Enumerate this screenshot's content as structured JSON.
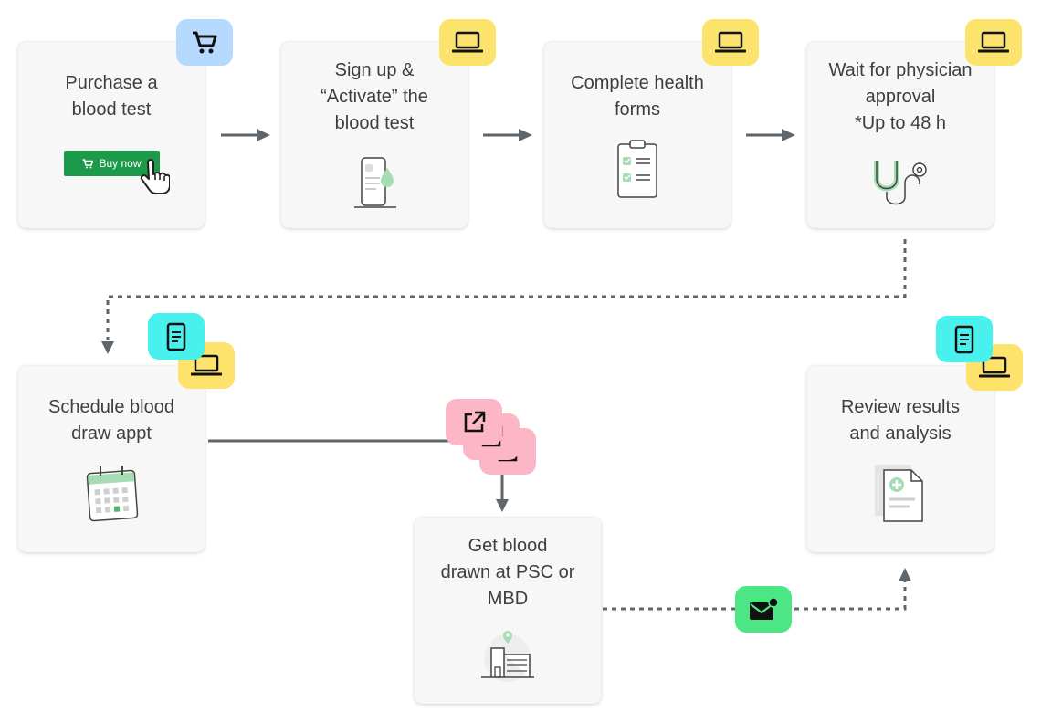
{
  "steps": {
    "purchase": {
      "label": "Purchase a\nblood test",
      "button_label": "Buy now"
    },
    "signup": {
      "label": "Sign up &\n“Activate” the\nblood test"
    },
    "forms": {
      "label": "Complete health\nforms"
    },
    "approval": {
      "label": "Wait for physician\napproval\n*Up to 48 h"
    },
    "schedule": {
      "label": "Schedule blood\ndraw appt"
    },
    "draw": {
      "label": "Get blood\ndrawn at PSC or\nMBD"
    },
    "review": {
      "label": "Review results\nand analysis"
    }
  },
  "channels": {
    "purchase": [
      "cart-icon"
    ],
    "signup": [
      "laptop-icon"
    ],
    "forms": [
      "laptop-icon"
    ],
    "approval": [
      "laptop-icon"
    ],
    "schedule": [
      "mobile-icon",
      "laptop-icon"
    ],
    "draw": [
      "external-link-icon",
      "external-link-icon",
      "external-link-icon"
    ],
    "results_notification": [
      "email-icon"
    ],
    "review": [
      "mobile-icon",
      "laptop-icon"
    ]
  },
  "colors": {
    "card_bg": "#f7f7f7",
    "laptop_badge": "#fde26b",
    "cart_badge": "#b6daff",
    "mobile_badge": "#48f0ee",
    "link_badge": "#fcb6c5",
    "email_badge": "#4de684",
    "buy_button": "#1c9a49",
    "connector": "#5f666b",
    "illustration_accent": "#a5dcb4"
  }
}
